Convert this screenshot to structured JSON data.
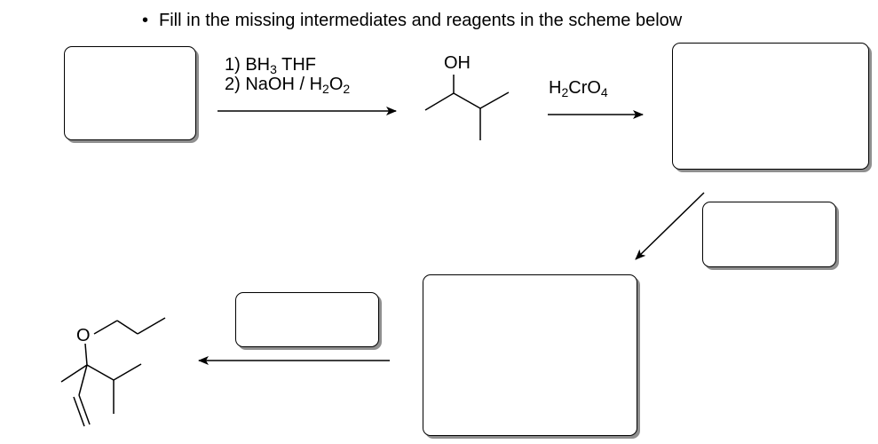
{
  "instruction": {
    "bullet": "•",
    "text": "Fill in the missing intermediates and reagents in the scheme below"
  },
  "step1": {
    "line1": "1) BH",
    "line1_sub": "3",
    "line1_rest": " THF",
    "line2": "2) NaOH / H",
    "line2_sub1": "2",
    "line2_mid": "O",
    "line2_sub2": "2"
  },
  "alcohol": {
    "label": "OH"
  },
  "step2": {
    "main": "H",
    "sub1": "2",
    "mid": "CrO",
    "sub2": "4"
  },
  "ether": {
    "label": "O"
  }
}
